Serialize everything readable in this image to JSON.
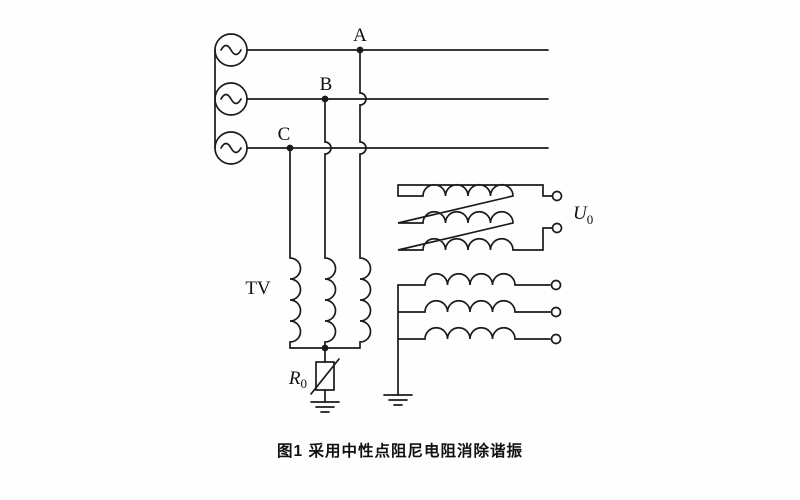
{
  "diagram": {
    "phase_labels": {
      "a": "A",
      "b": "B",
      "c": "C"
    },
    "tv_label": "TV",
    "r0_label": {
      "main": "R",
      "sub": "0"
    },
    "u0_label": {
      "main": "U",
      "sub": "0"
    },
    "caption": "图1 采用中性点阻尼电阻消除谐振",
    "colors": {
      "line": "#1b1b1b",
      "background": "#fefefe"
    }
  }
}
